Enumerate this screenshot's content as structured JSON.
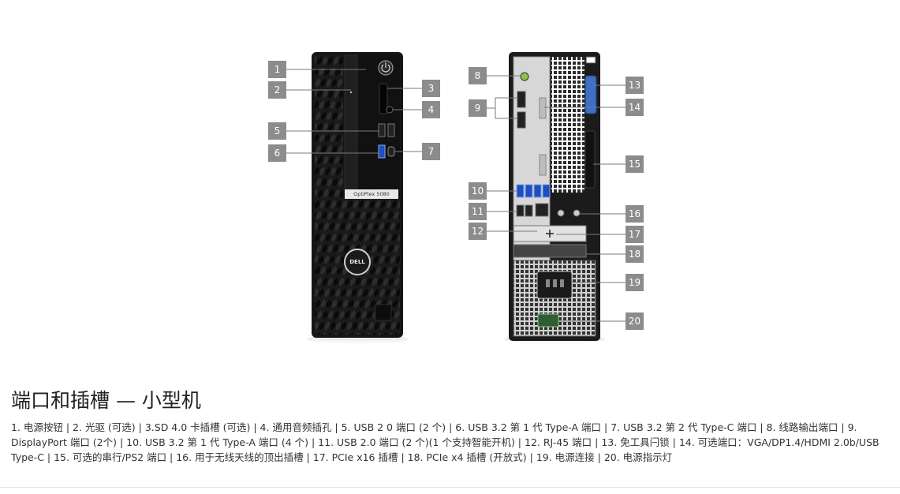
{
  "figure": {
    "model_badge": "OptiPlex 5080",
    "logo_text": "DELL",
    "front_callouts": [
      "1",
      "2",
      "3",
      "4",
      "5",
      "6",
      "7"
    ],
    "rear_callouts": [
      "8",
      "9",
      "10",
      "11",
      "12",
      "13",
      "14",
      "15",
      "16",
      "17",
      "18",
      "19",
      "20"
    ]
  },
  "section": {
    "title": "端口和插槽 — 小型机",
    "description": "1. 电源按钮 | 2. 光驱 (可选) | 3.SD 4.0 卡插槽 (可选) | 4. 通用音频插孔 | 5. USB 2 0 端口 (2 个) | 6. USB 3.2 第 1 代 Type-A 端口 | 7. USB 3.2 第 2 代 Type-C 端口 | 8. 线路输出端口 | 9. DisplayPort 端口 (2个) | 10. USB 3.2 第 1 代 Type-A 端口 (4 个) | 11. USB 2.0 端口 (2 个)(1 个支持智能开机) | 12. RJ-45 端口 | 13. 免工具闩锁 | 14. 可选端口：VGA/DP1.4/HDMI 2.0b/USB Type-C | 15. 可选的串行/PS2 端口 | 16. 用于无线天线的顶出插槽 | 17. PCIe x16 插槽 | 18. PCIe x4 插槽 (开放式) | 19. 电源连接 | 20. 电源指示灯"
  }
}
